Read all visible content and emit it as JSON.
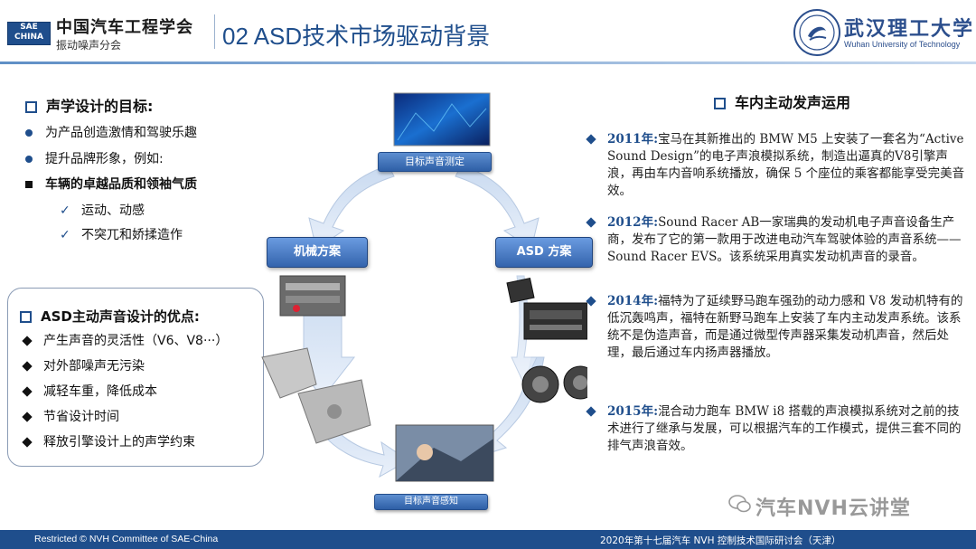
{
  "header": {
    "org_logo_text": "SAE\nCHINA",
    "org_name": "中国汽车工程学会",
    "org_sub": "振动噪声分会",
    "slide_title": "02 ASD技术市场驱动背景",
    "univ_name": "武汉理工大学",
    "univ_en": "Wuhan University of Technology"
  },
  "left": {
    "goal_heading": "声学设计的目标:",
    "goal_items": [
      "为产品创造激情和驾驶乐趣",
      "提升品牌形象，例如:"
    ],
    "brand_item": "车辆的卓越品质和领袖气质",
    "check_items": [
      "运动、动感",
      "不突兀和娇揉造作"
    ],
    "adv_heading": "ASD主动声音设计的优点:",
    "adv_items": [
      "产生声音的灵活性（V6、V8···）",
      "对外部噪声无污染",
      "减轻车重，降低成本",
      "节省设计时间",
      "释放引擎设计上的声学约束"
    ]
  },
  "diagram": {
    "target_measure": "目标声音测定",
    "mech_plan": "机械方案",
    "asd_plan": "ASD 方案",
    "target_perceive": "目标声音感知"
  },
  "right": {
    "heading": "车内主动发声运用",
    "entries": [
      {
        "year": "2011年:",
        "text": "宝马在其新推出的 BMW M5 上安装了一套名为“Active Sound Design”的电子声浪模拟系统，制造出逼真的V8引擎声浪，再由车内音响系统播放，确保 5 个座位的乘客都能享受完美音效。"
      },
      {
        "year": "2012年:",
        "text": "Sound Racer AB一家瑞典的发动机电子声音设备生产商，发布了它的第一款用于改进电动汽车驾驶体验的声音系统——Sound Racer EVS。该系统采用真实发动机声音的录音。"
      },
      {
        "year": "2014年:",
        "text": "福特为了延续野马跑车强劲的动力感和 V8 发动机特有的低沉轰鸣声，福特在新野马跑车上安装了车内主动发声系统。该系统不是伪造声音，而是通过微型传声器采集发动机声音，然后处理，最后通过车内扬声器播放。"
      },
      {
        "year": "2015年:",
        "text": "混合动力跑车 BMW i8 搭载的声浪模拟系统对之前的技术进行了继承与发展，可以根据汽车的工作模式，提供三套不同的排气声浪音效。"
      }
    ]
  },
  "footer": {
    "left": "Restricted © NVH Committee of SAE-China",
    "right": "2020年第十七届汽车 NVH 控制技术国际研讨会（天津）"
  },
  "watermark": "汽车NVH云讲堂"
}
